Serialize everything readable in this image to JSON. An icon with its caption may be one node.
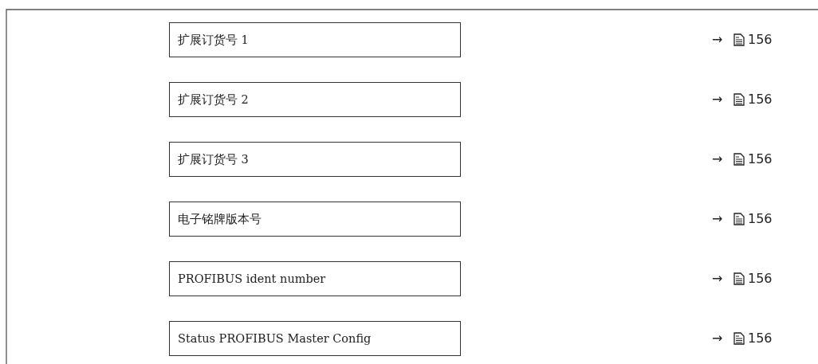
{
  "diagram": {
    "nodes": [
      {
        "text": [
          "扩展订货号 1"
        ],
        "beside": [
          "→",
          "156"
        ]
      },
      {
        "text": [
          "扩展订货号 2"
        ],
        "beside": [
          "→",
          "156"
        ]
      },
      {
        "text": [
          "扩展订货号 3"
        ],
        "beside": [
          "→",
          "156"
        ]
      },
      {
        "text": [
          "电子铭牌版本号"
        ],
        "beside": [
          "→",
          "156"
        ]
      },
      {
        "text": [
          "PROFIBUS ident number"
        ],
        "beside": [
          "→",
          "156"
        ]
      },
      {
        "text": [
          "Status PROFIBUS Master Config"
        ],
        "beside": [
          "→",
          "156"
        ]
      }
    ]
  }
}
